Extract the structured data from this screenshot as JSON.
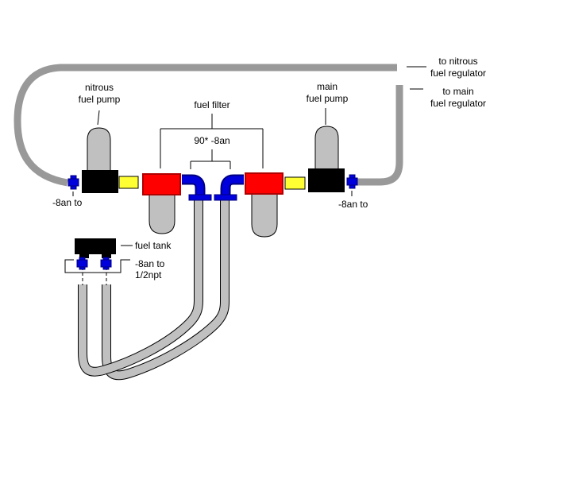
{
  "title": "fuel system plumbing diagram",
  "colors": {
    "background": "#ffffff",
    "hose_gray": "#999999",
    "pipe_fill": "#c0c0c0",
    "pipe_outline": "#000000",
    "pump_black": "#000000",
    "filter_red": "#ff0000",
    "filter_red_outline": "#b00000",
    "connector_yellow": "#ffff33",
    "fitting_blue": "#0000dd",
    "fitting_blue_outline": "#000080",
    "tank_black": "#000000",
    "line_black": "#000000"
  },
  "labels": {
    "nitrous_pump": {
      "line1": "nitrous",
      "line2": "fuel pump"
    },
    "main_pump": {
      "line1": "main",
      "line2": "fuel pump"
    },
    "fuel_filter": "fuel filter",
    "elbow_fitting": "90* -8an",
    "to_nitrous": {
      "line1": "to nitrous",
      "line2": "fuel regulator"
    },
    "to_main": {
      "line1": "to main",
      "line2": "fuel regulator"
    },
    "pump_inlet_fitting_left": "-8an to",
    "pump_outlet_fitting_right": "-8an to",
    "fuel_tank": "fuel tank",
    "tank_fitting": {
      "line1": "-8an to",
      "line2": "1/2npt"
    }
  }
}
